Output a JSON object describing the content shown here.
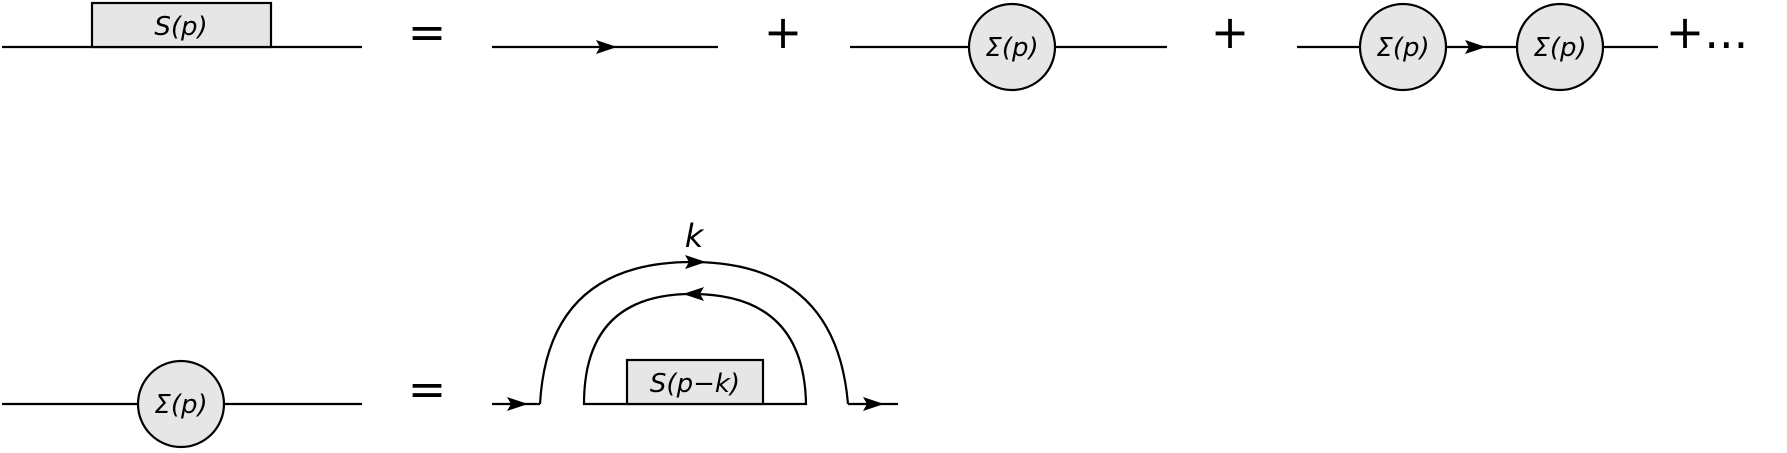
{
  "colors": {
    "line": "#000000",
    "fill": "#e6e6e6",
    "background": "#ffffff"
  },
  "row1": {
    "box_label": "S(p)",
    "equals": "=",
    "plus1": "+",
    "sigma1_label": "Σ(p)",
    "plus2": "+",
    "sigma2a_label": "Σ(p)",
    "sigma2b_label": "Σ(p)",
    "trailing": "+..."
  },
  "row2": {
    "sigma_label": "Σ(p)",
    "equals": "=",
    "momentum_label": "k",
    "box_label": "S(p−k)"
  }
}
